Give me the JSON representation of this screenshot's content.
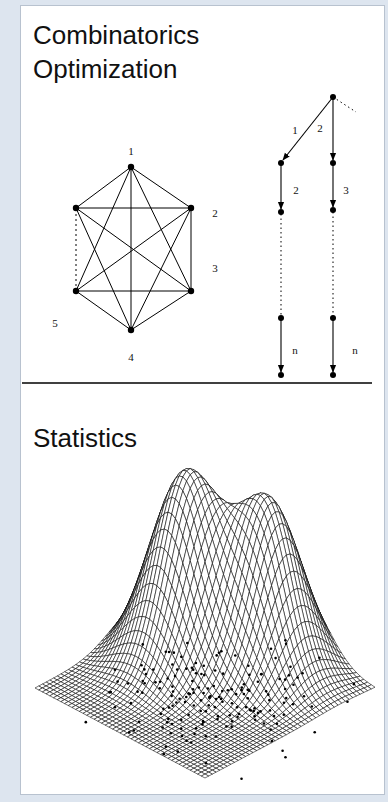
{
  "diagram": {
    "labels": [
      "Combinatorics",
      "Optimization",
      "1",
      "2",
      "3",
      "4",
      "5",
      "1",
      "2",
      "2",
      "3",
      "n",
      "n",
      "Statistics"
    ]
  }
}
